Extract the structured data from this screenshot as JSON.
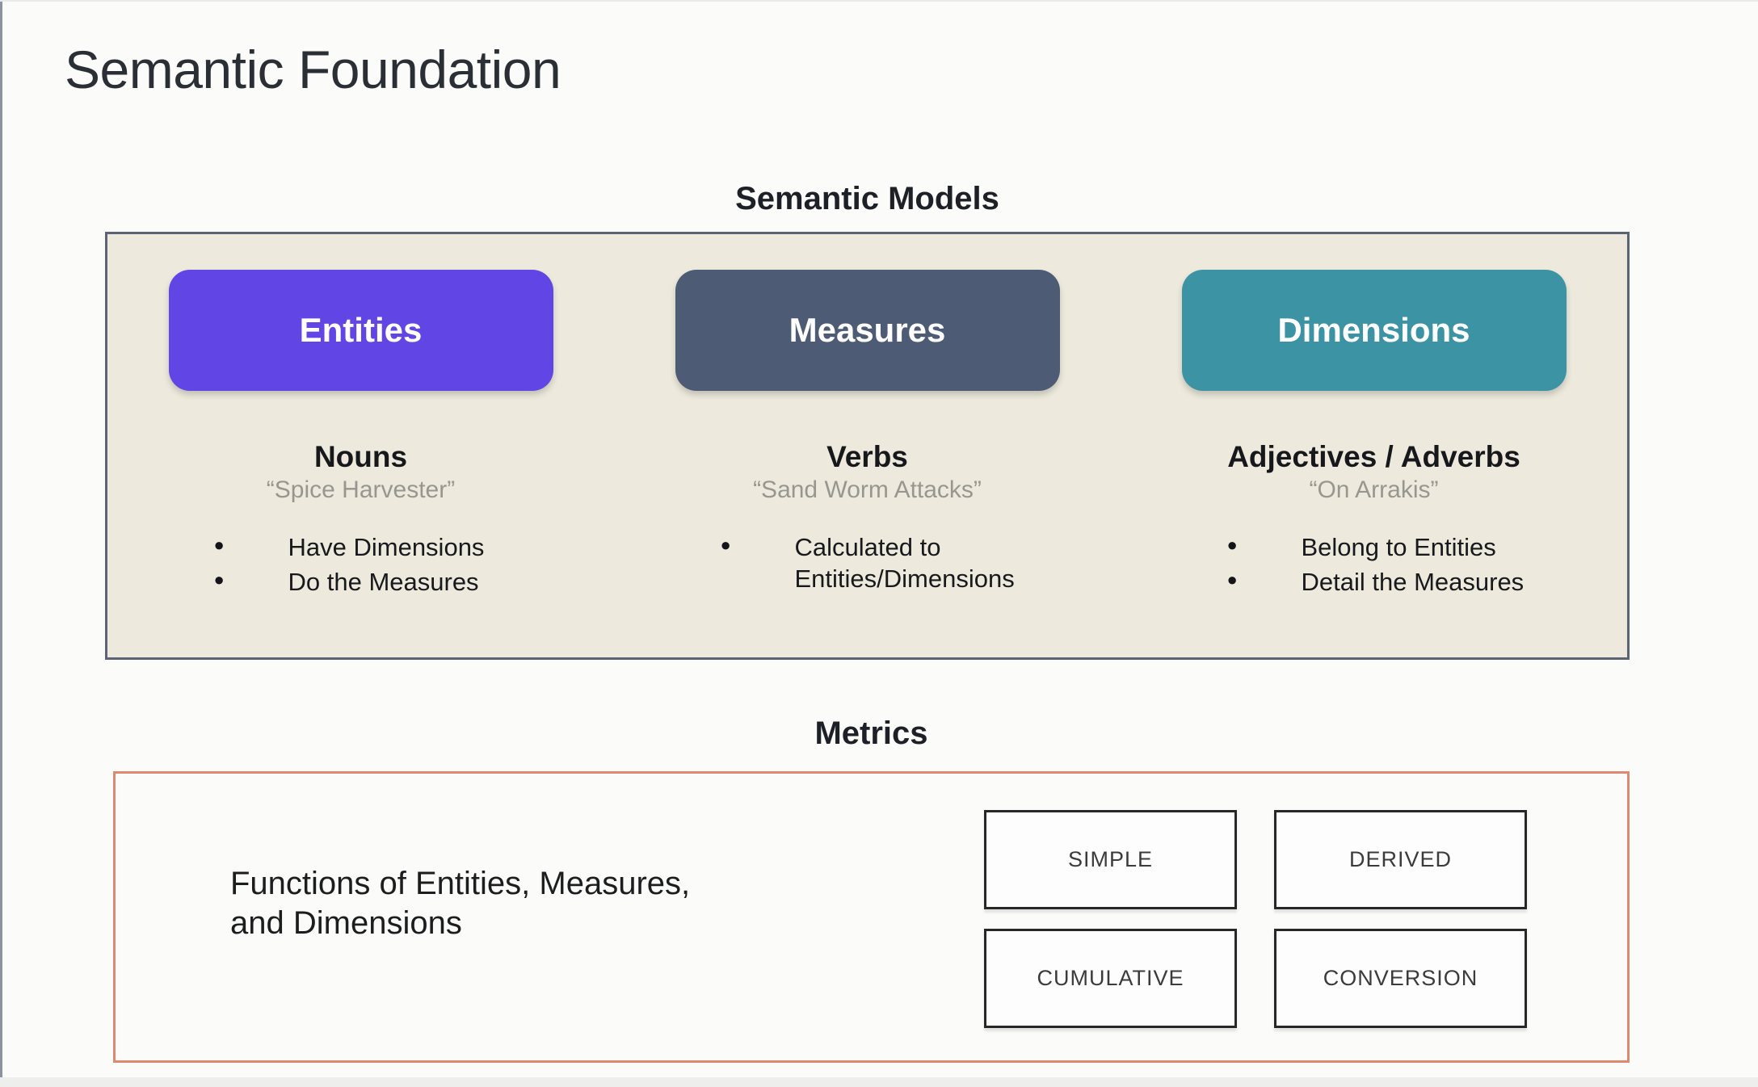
{
  "page": {
    "title": "Semantic Foundation",
    "background_color": "#fbfbfa"
  },
  "semantic_models": {
    "heading": "Semantic Models",
    "panel_background": "#edeadd",
    "panel_border_color": "#5c6474",
    "columns": [
      {
        "pill": "Entities",
        "pill_color": "#6245e5",
        "heading": "Nouns",
        "quote": "“Spice Harvester”",
        "bullets": [
          "Have Dimensions",
          "Do the Measures"
        ]
      },
      {
        "pill": "Measures",
        "pill_color": "#4e5b74",
        "heading": "Verbs",
        "quote": "“Sand Worm Attacks”",
        "bullets": [
          "Calculated to Entities/Dimensions"
        ]
      },
      {
        "pill": "Dimensions",
        "pill_color": "#3c93a4",
        "heading": "Adjectives / Adverbs",
        "quote": "“On Arrakis”",
        "bullets": [
          "Belong to Entities",
          "Detail the Measures"
        ]
      }
    ]
  },
  "metrics": {
    "heading": "Metrics",
    "border_color": "#dd8a70",
    "description": "Functions of Entities, Measures,\nand Dimensions",
    "types": [
      "SIMPLE",
      "DERIVED",
      "CUMULATIVE",
      "CONVERSION"
    ]
  }
}
